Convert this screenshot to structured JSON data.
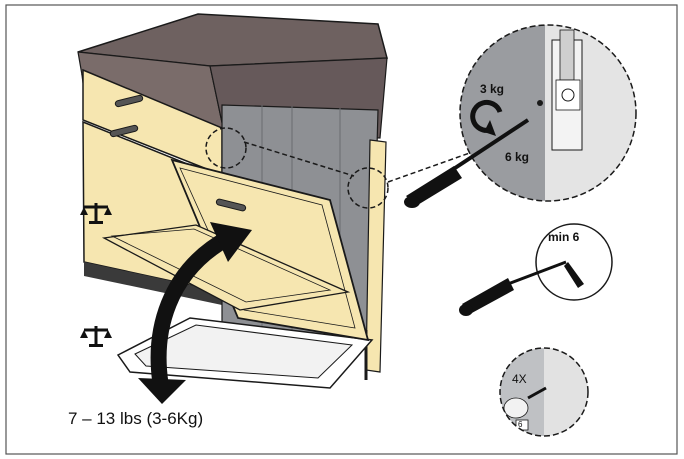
{
  "figure": {
    "weight_range_text": "7 – 13 lbs (3-6Kg)",
    "hinge_detail": {
      "torque_low": "3 kg",
      "torque_high": "6 kg"
    },
    "screwdriver_detail": {
      "label": "min 6"
    },
    "screw_detail": {
      "count": "4X",
      "tag": "6"
    },
    "icons": [
      "balance-scale-icon",
      "balance-scale-icon",
      "screwdriver-icon",
      "rotation-arrow-icon"
    ],
    "colors": {
      "cabinet_fill": "#f6e6b0",
      "countertop": "#6e6160",
      "dishwasher_side": "#9ea0a4",
      "outline": "#1a1a1a",
      "frame": "#555555",
      "detail_bg": "#d7d8db"
    }
  }
}
